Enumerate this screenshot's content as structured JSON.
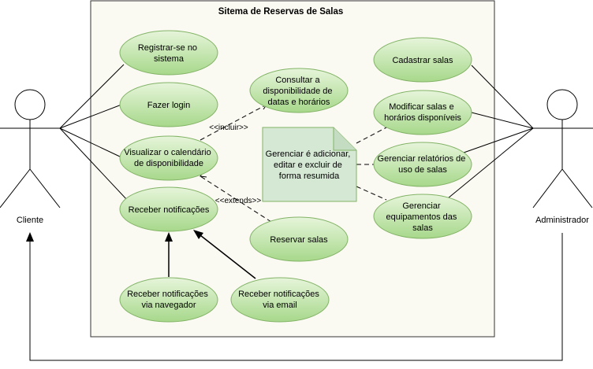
{
  "diagram": {
    "system_title": "Sitema de Reservas de Salas",
    "colors": {
      "system_fill": "#fbfaf2",
      "system_stroke": "#333333",
      "usecase_fill": "#a7d88b",
      "usecase_fill_light": "#e6f5da",
      "usecase_stroke": "#82b366",
      "note_fill": "#d5e8d4",
      "note_stroke": "#82b366",
      "line": "#000000"
    },
    "actors": {
      "cliente": "Cliente",
      "administrador": "Administrador"
    },
    "use_cases": {
      "registrar": [
        "Registrar-se no",
        "sistema"
      ],
      "login": [
        "Fazer login"
      ],
      "visualizar": [
        "Visualizar o calendário",
        "de disponibilidade"
      ],
      "receber": [
        "Receber notificações"
      ],
      "consultar": [
        "Consultar a",
        "disponibilidade de",
        "datas e horários"
      ],
      "reservar": [
        "Reservar salas"
      ],
      "navegador": [
        "Receber notificações",
        "via navegador"
      ],
      "email": [
        "Receber notificações",
        "via email"
      ],
      "cadastrar": [
        "Cadastrar salas"
      ],
      "modificar": [
        "Modificar salas e",
        "horários disponíveis"
      ],
      "relatorios": [
        "Gerenciar relatórios de",
        "uso de salas"
      ],
      "equipamentos": [
        "Gerenciar",
        "equipamentos das",
        "salas"
      ]
    },
    "note": [
      "Gerenciar é adicionar,",
      "editar e excluir de",
      "forma resumida"
    ],
    "relations": {
      "include_label": "<<incluir>>",
      "extend_label": "<<extends>>"
    }
  }
}
